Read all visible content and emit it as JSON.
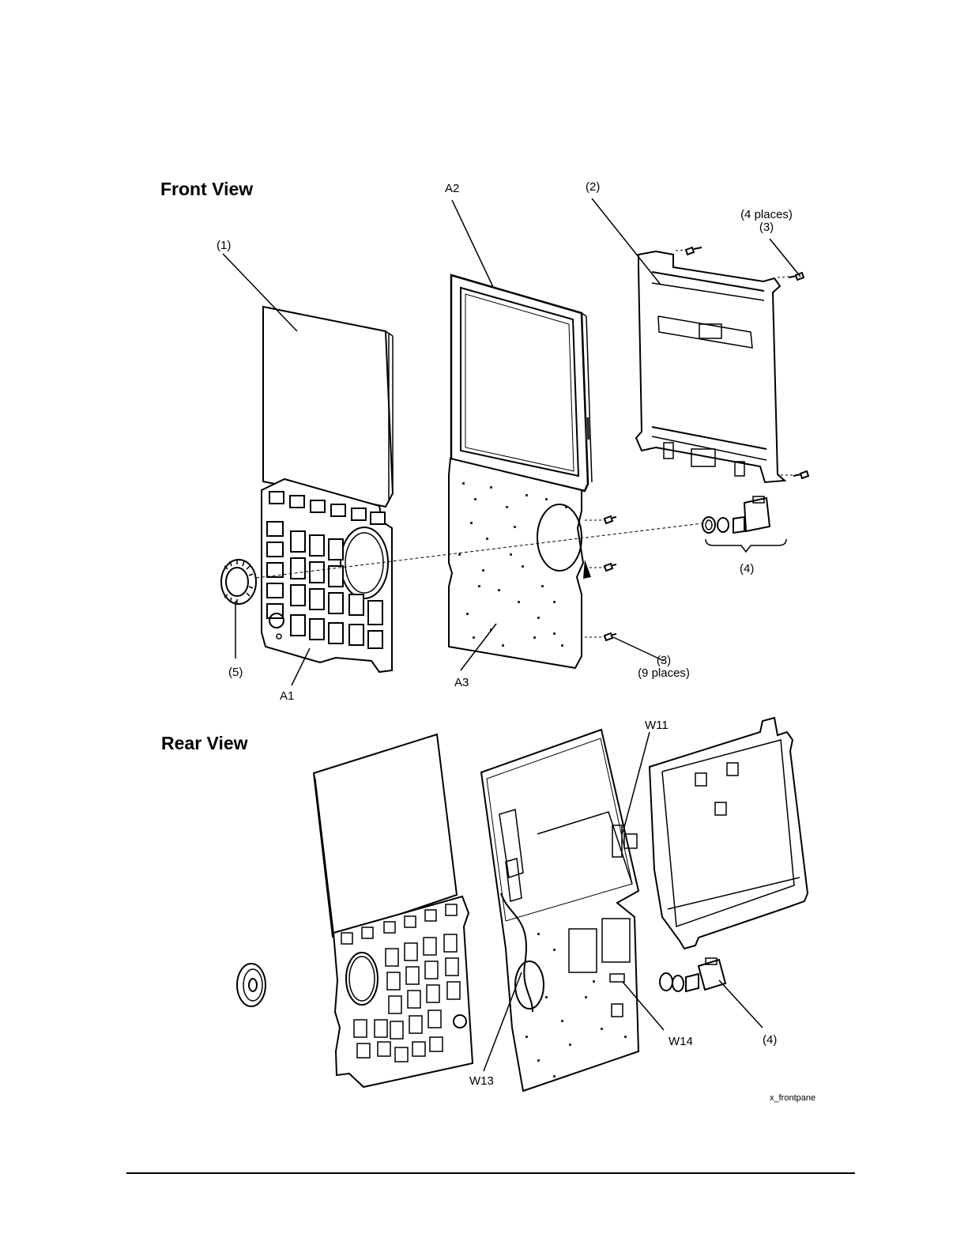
{
  "front_view": {
    "heading": "Front View",
    "callouts": {
      "keypad_overlay": "(1)",
      "display": "A2",
      "bracket": "(2)",
      "screws_top_count": "(4 places)",
      "screws_top_ref": "(3)",
      "knob": "(5)",
      "keyboard_board": "A1",
      "processor_board": "A3",
      "screws_board_ref": "(3)",
      "screws_board_count": "(9 places)",
      "connector_assembly": "(4)"
    }
  },
  "rear_view": {
    "heading": "Rear View",
    "callouts": {
      "cable_w11": "W11",
      "cable_w13": "W13",
      "cable_w14": "W14",
      "connector_assembly": "(4)"
    }
  },
  "figure_id": "x_frontpane"
}
